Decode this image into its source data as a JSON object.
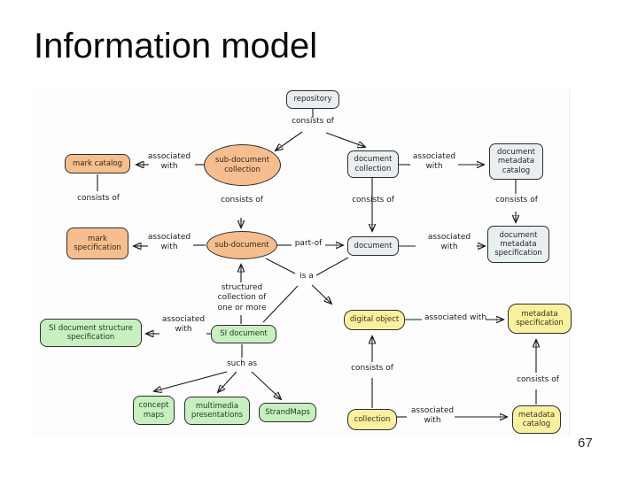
{
  "slide": {
    "title": "Information model",
    "page_number": "67"
  },
  "diagram": {
    "nodes": {
      "repository": {
        "label": "repository",
        "shape": "rounded-rect",
        "color": "#e9eef1"
      },
      "sub_document_collection": {
        "label": "sub-document collection",
        "shape": "ellipse",
        "color": "#f6be8e"
      },
      "document_collection": {
        "label": "document collection",
        "shape": "rounded-rect",
        "color": "#e9eef1"
      },
      "document_metadata_catalog": {
        "label": "document metadata catalog",
        "shape": "rounded-rect",
        "color": "#e9eef1"
      },
      "mark_catalog": {
        "label": "mark catalog",
        "shape": "rounded-rect",
        "color": "#f6be8e"
      },
      "mark_specification": {
        "label": "mark specification",
        "shape": "rounded-rect",
        "color": "#f6be8e"
      },
      "sub_document": {
        "label": "sub-document",
        "shape": "ellipse",
        "color": "#f6be8e"
      },
      "document": {
        "label": "document",
        "shape": "rounded-rect",
        "color": "#e9eef1"
      },
      "document_metadata_specification": {
        "label": "document metadata specification",
        "shape": "rounded-rect",
        "color": "#e9eef1"
      },
      "si_document_structure_specification": {
        "label": "SI document structure specification",
        "shape": "rounded-rect",
        "color": "#c7efc0"
      },
      "si_document": {
        "label": "SI document",
        "shape": "rounded-rect",
        "color": "#c7efc0"
      },
      "digital_object": {
        "label": "digital object",
        "shape": "rounded-rect",
        "color": "#faf1a0"
      },
      "metadata_specification": {
        "label": "metadata specification",
        "shape": "rounded-rect",
        "color": "#faf1a0"
      },
      "concept_maps": {
        "label": "concept maps",
        "shape": "rounded-rect",
        "color": "#c7efc0"
      },
      "multimedia_presentations": {
        "label": "multimedia presentations",
        "shape": "rounded-rect",
        "color": "#c7efc0"
      },
      "strand_maps": {
        "label": "StrandMaps",
        "shape": "rounded-rect",
        "color": "#c7efc0"
      },
      "collection": {
        "label": "collection",
        "shape": "rounded-rect",
        "color": "#faf1a0"
      },
      "metadata_catalog": {
        "label": "metadata catalog",
        "shape": "rounded-rect",
        "color": "#faf1a0"
      }
    },
    "edge_labels": {
      "consists_of": "consists of",
      "associated_with": "associated with",
      "part_of": "part-of",
      "is_a": "is a",
      "structured_collection": "structured collection of one or more",
      "such_as": "such as"
    },
    "edges": [
      {
        "from": "repository",
        "relation": "consists of",
        "to": "sub_document_collection"
      },
      {
        "from": "repository",
        "relation": "consists of",
        "to": "document_collection"
      },
      {
        "from": "sub_document_collection",
        "relation": "associated with",
        "to": "mark_catalog"
      },
      {
        "from": "document_collection",
        "relation": "associated with",
        "to": "document_metadata_catalog"
      },
      {
        "from": "mark_catalog",
        "relation": "consists of",
        "to": "mark_specification"
      },
      {
        "from": "sub_document_collection",
        "relation": "consists of",
        "to": "sub_document"
      },
      {
        "from": "document_collection",
        "relation": "consists of",
        "to": "document"
      },
      {
        "from": "document_metadata_catalog",
        "relation": "consists of",
        "to": "document_metadata_specification"
      },
      {
        "from": "sub_document",
        "relation": "associated with",
        "to": "mark_specification"
      },
      {
        "from": "sub_document",
        "relation": "part-of",
        "to": "document"
      },
      {
        "from": "document",
        "relation": "associated with",
        "to": "document_metadata_specification"
      },
      {
        "from": "sub_document",
        "relation": "is a",
        "to": "digital_object"
      },
      {
        "from": "si_document",
        "relation": "is a",
        "to": "document"
      },
      {
        "from": "si_document",
        "relation": "structured collection of one or more",
        "to": "sub_document"
      },
      {
        "from": "si_document",
        "relation": "associated with",
        "to": "si_document_structure_specification"
      },
      {
        "from": "si_document",
        "relation": "such as",
        "to": "concept_maps"
      },
      {
        "from": "si_document",
        "relation": "such as",
        "to": "multimedia_presentations"
      },
      {
        "from": "si_document",
        "relation": "such as",
        "to": "strand_maps"
      },
      {
        "from": "digital_object",
        "relation": "associated with",
        "to": "metadata_specification"
      },
      {
        "from": "collection",
        "relation": "consists of",
        "to": "digital_object"
      },
      {
        "from": "metadata_catalog",
        "relation": "consists of",
        "to": "metadata_specification"
      },
      {
        "from": "collection",
        "relation": "associated with",
        "to": "metadata_catalog"
      }
    ]
  }
}
